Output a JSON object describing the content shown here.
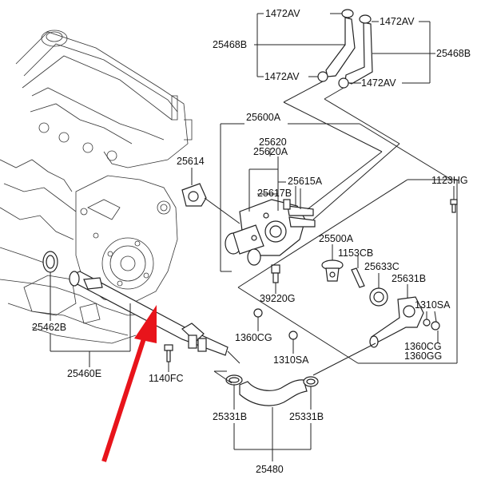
{
  "callouts": {
    "p1472av_a": "1472AV",
    "p1472av_b": "1472AV",
    "p1472av_c": "1472AV",
    "p1472av_d": "1472AV",
    "p25468b_left": "25468B",
    "p25468b_right": "25468B",
    "p25600a": "25600A",
    "p25620": "25620",
    "p25620a": "25620A",
    "p25614": "25614",
    "p25615a": "25615A",
    "p25617b": "25617B",
    "p1123hg": "1123HG",
    "p25500a": "25500A",
    "p1153cb": "1153CB",
    "p25633c": "25633C",
    "p25631b": "25631B",
    "p39220g": "39220G",
    "p1310sa_right": "1310SA",
    "p1360cg_right": "1360CG",
    "p1360gg": "1360GG",
    "p1360cg_mid": "1360CG",
    "p1310sa_mid": "1310SA",
    "p25462b": "25462B",
    "p25460e": "25460E",
    "p1140fc": "1140FC",
    "p25331b_left": "25331B",
    "p25331b_right": "25331B",
    "p25480": "25480"
  },
  "colors": {
    "arrow": "#e8141b",
    "line": "#222222"
  }
}
